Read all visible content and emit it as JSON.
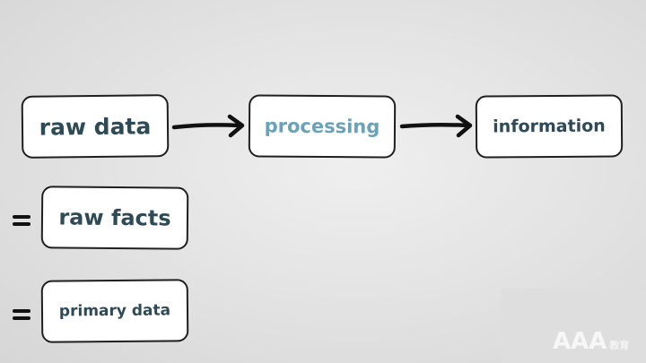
{
  "diagram": {
    "flow": [
      {
        "label": "raw data"
      },
      {
        "label": "processing"
      },
      {
        "label": "information"
      }
    ],
    "equivalents": [
      {
        "label": "raw facts"
      },
      {
        "label": "primary data"
      }
    ]
  },
  "watermark": {
    "latin": "AAA",
    "cjk": "教育"
  },
  "colors": {
    "label_text": "#2e4a56",
    "highlight_text": "#6aa3b9",
    "outline": "#1f1f1f",
    "background": "#e4e4e4"
  },
  "icons": [
    "right-arrow-icon",
    "equals-icon"
  ]
}
